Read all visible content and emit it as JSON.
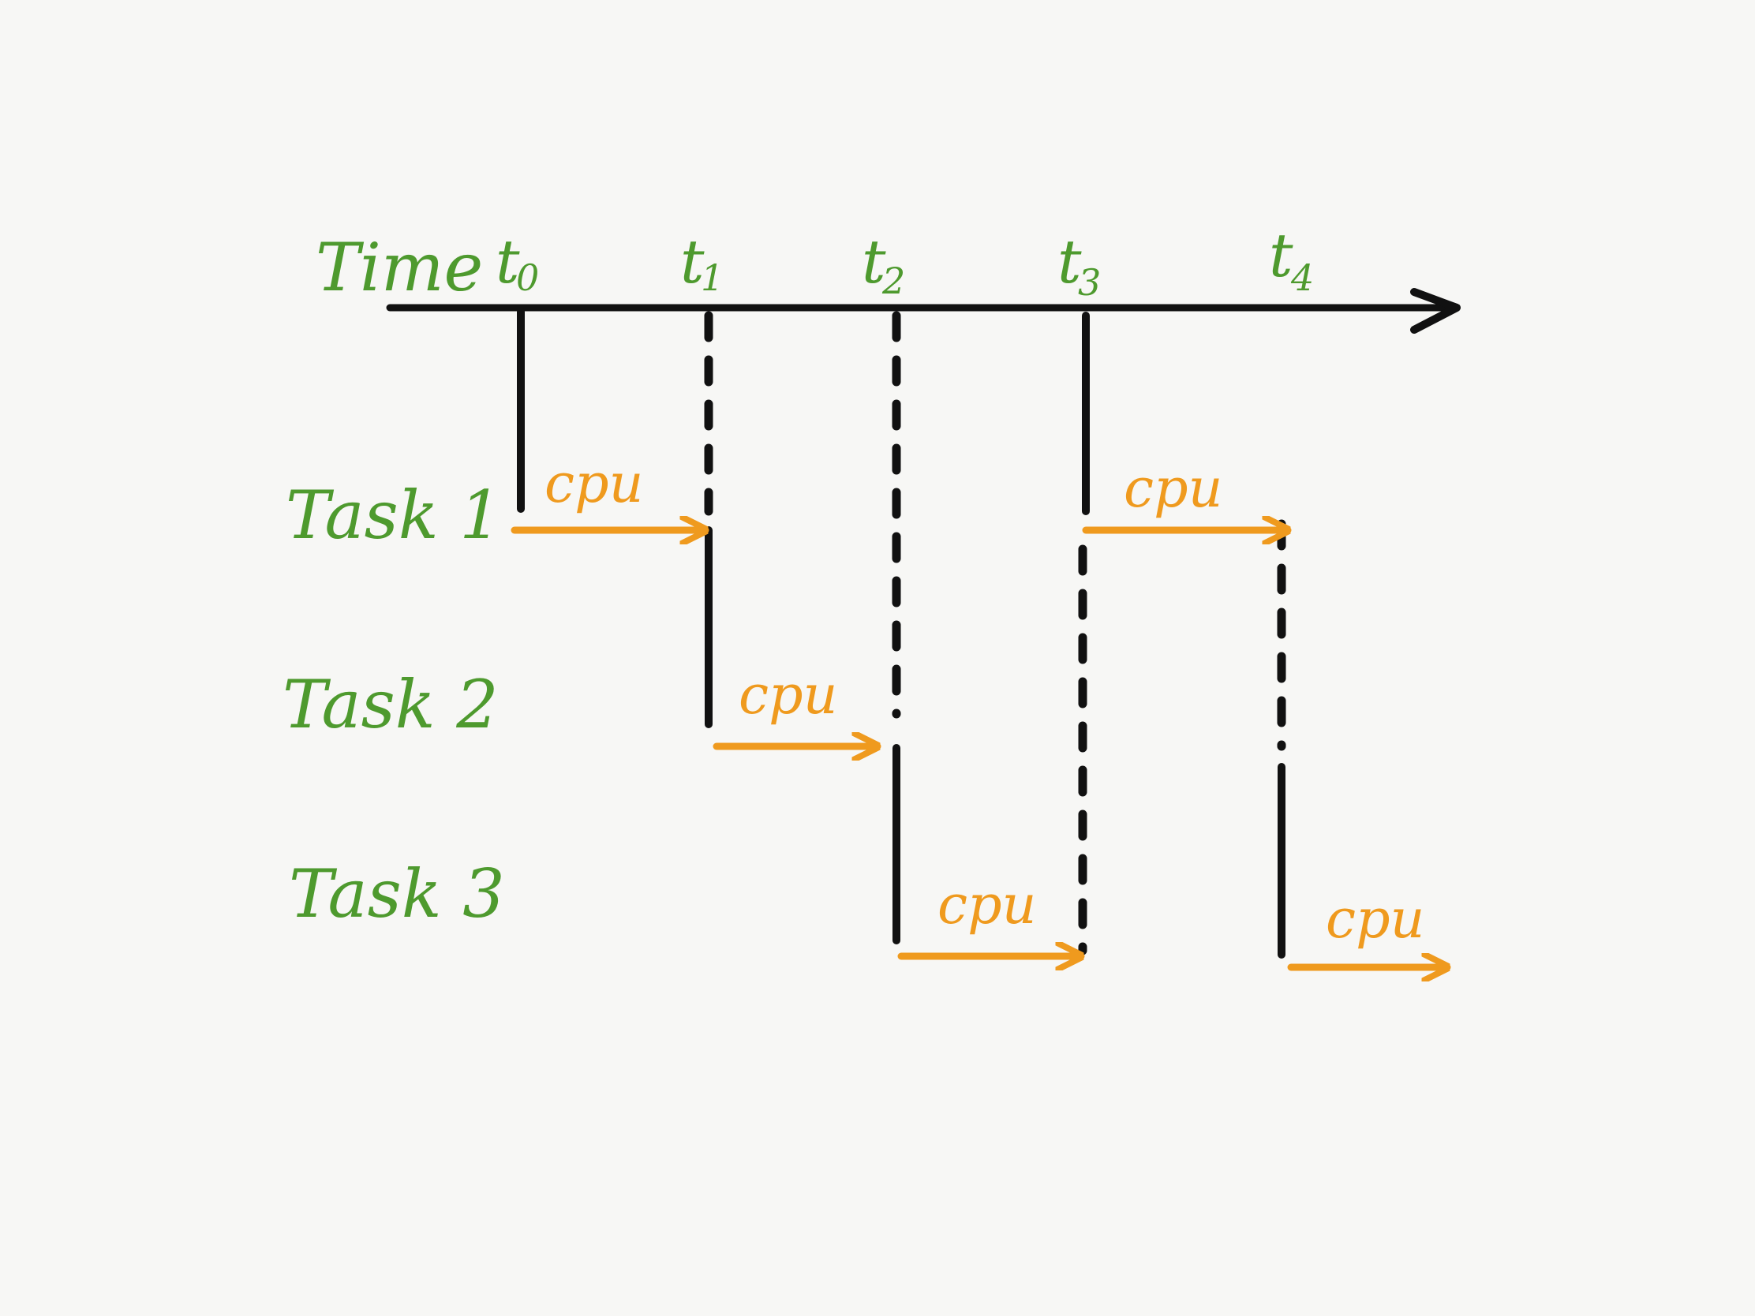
{
  "axis": {
    "label": "Time",
    "ticks": [
      "t0",
      "t1",
      "t2",
      "t3",
      "t4"
    ],
    "tick_display": [
      {
        "base": "t",
        "sub": "0"
      },
      {
        "base": "t",
        "sub": "1"
      },
      {
        "base": "t",
        "sub": "2"
      },
      {
        "base": "t",
        "sub": "3"
      },
      {
        "base": "t",
        "sub": "4"
      }
    ]
  },
  "tasks": [
    {
      "label": "Task 1"
    },
    {
      "label": "Task 2"
    },
    {
      "label": "Task 3"
    }
  ],
  "cpu_segments": [
    {
      "label": "cpu",
      "task": 1,
      "from": "t0",
      "to": "t1"
    },
    {
      "label": "cpu",
      "task": 2,
      "from": "t1",
      "to": "t2"
    },
    {
      "label": "cpu",
      "task": 3,
      "from": "t2",
      "to": "t3"
    },
    {
      "label": "cpu",
      "task": 1,
      "from": "t3",
      "to": "t4"
    },
    {
      "label": "cpu",
      "task": 3,
      "from": "t4",
      "to": ""
    }
  ],
  "colors": {
    "background": "#f7f7f5",
    "text_green": "#4e9a2e",
    "cpu_orange": "#ef9a1e",
    "line_black": "#111111"
  }
}
